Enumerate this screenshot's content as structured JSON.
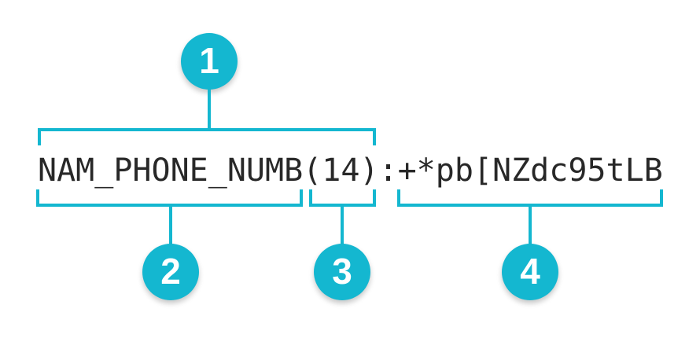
{
  "diagram": {
    "token": {
      "full_string": "NAM_PHONE_NUMB(14):+*pb[NZdc95tLB",
      "segments": {
        "name": "NAM_PHONE_NUMB",
        "length": "(14)",
        "separator": ":",
        "value": "+*pb[NZdc95tLB"
      }
    },
    "callouts": [
      {
        "number": "1"
      },
      {
        "number": "2"
      },
      {
        "number": "3"
      },
      {
        "number": "4"
      }
    ],
    "colors": {
      "accent": "#14b7d0",
      "text": "#282828",
      "background": "#ffffff",
      "callout_text": "#ffffff"
    }
  }
}
